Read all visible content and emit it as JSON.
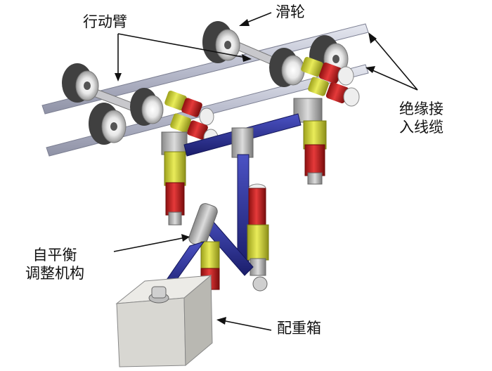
{
  "labels": {
    "arm": "行动臂",
    "pulley": "滑轮",
    "cable_line1": "绝缘接",
    "cable_line2": "入线缆",
    "balance_line1": "自平衡",
    "balance_line2": "调整机构",
    "box": "配重箱"
  },
  "colors": {
    "cable": "#c3c6d6",
    "arm_blue": "#2b2f8f",
    "yellow": "#d8dc38",
    "red": "#cc2222",
    "wheel_dark": "#4a4a4a",
    "wheel_light": "#e8e8e8",
    "box": "#dcdcd8"
  }
}
